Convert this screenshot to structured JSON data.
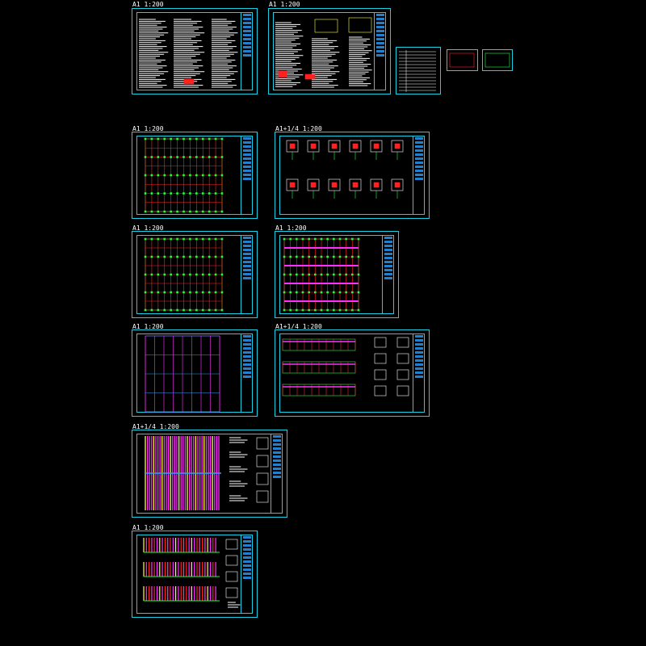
{
  "sheet_labels": {
    "notes_1": "A1 1:200",
    "notes_2": "A1 1:200",
    "plan_1": "A1 1:200",
    "details_1": "A1+1/4 1:200",
    "plan_2": "A1 1:200",
    "plan_3": "A1 1:200",
    "plan_4": "A1 1:200",
    "elev_1": "A1+1/4 1:200",
    "roof_1": "A1+1/4 1:200",
    "elev_2": "A1 1:200"
  },
  "colors": {
    "frame": "#1ad0e6",
    "grid_red": "#ff2020",
    "grid_green": "#20ff40",
    "grid_magenta": "#ff30ff",
    "text_white": "#ffffff",
    "accent_yellow": "#ffff30",
    "accent_blue": "#2aa0ff"
  }
}
